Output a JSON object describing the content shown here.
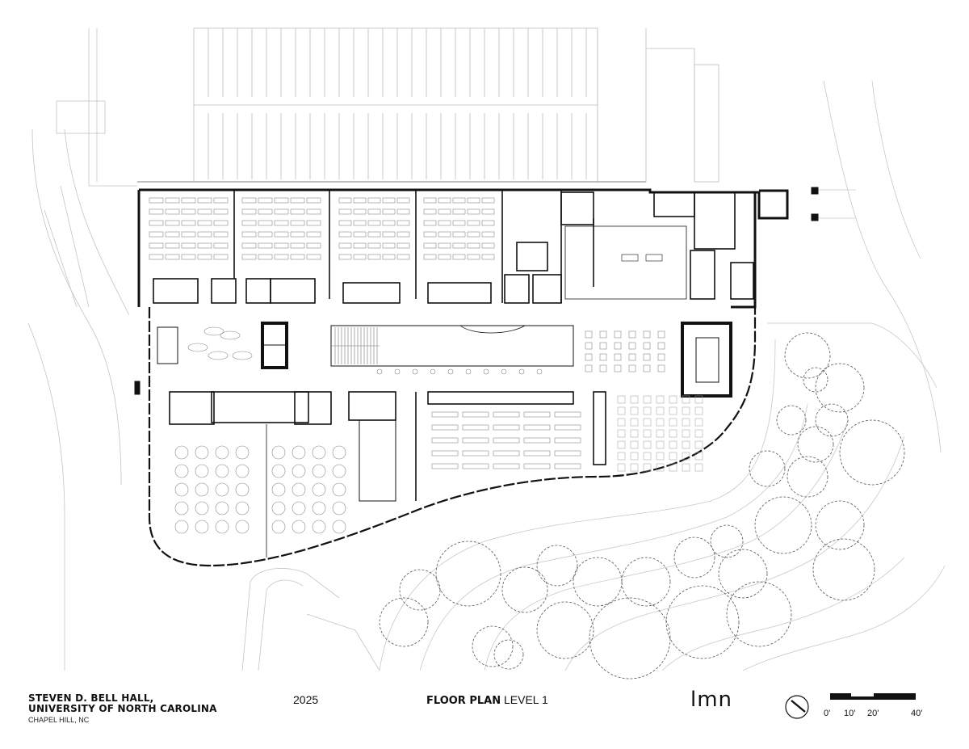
{
  "title_block": {
    "line1": "STEVEN D. BELL HALL,",
    "line2": "UNIVERSITY OF NORTH CAROLINA",
    "location": "CHAPEL HILL, NC"
  },
  "year": "2025",
  "plan_title": {
    "bold": "FLOOR PLAN",
    "light": "LEVEL 1"
  },
  "logo": "lmn",
  "scale": {
    "labels": [
      "0'",
      "10'",
      "20'",
      "40'"
    ]
  },
  "icons": {
    "north_arrow": "north-arrow-icon"
  }
}
